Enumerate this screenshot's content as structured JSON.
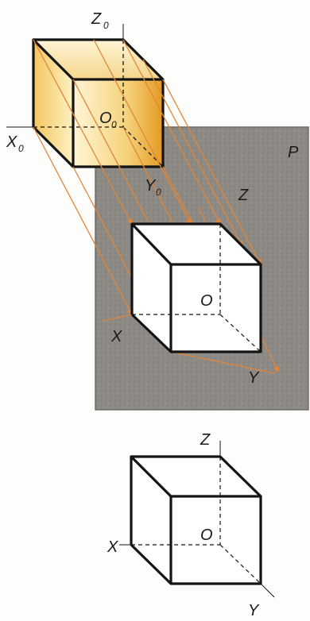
{
  "labels": {
    "z0": "Z",
    "x0": "X",
    "y0": "Y",
    "o0": "O",
    "sub0": "0",
    "p": "P",
    "z": "Z",
    "x": "X",
    "y": "Y",
    "o": "O",
    "z2": "Z",
    "x2": "X",
    "y2": "Y",
    "o2": "O"
  },
  "colors": {
    "plane": "#8a8784",
    "edge": "#141414",
    "projector": "#e1863a",
    "cube_face_light": "#fff3c4",
    "cube_face_dark": "#e6a12a"
  }
}
